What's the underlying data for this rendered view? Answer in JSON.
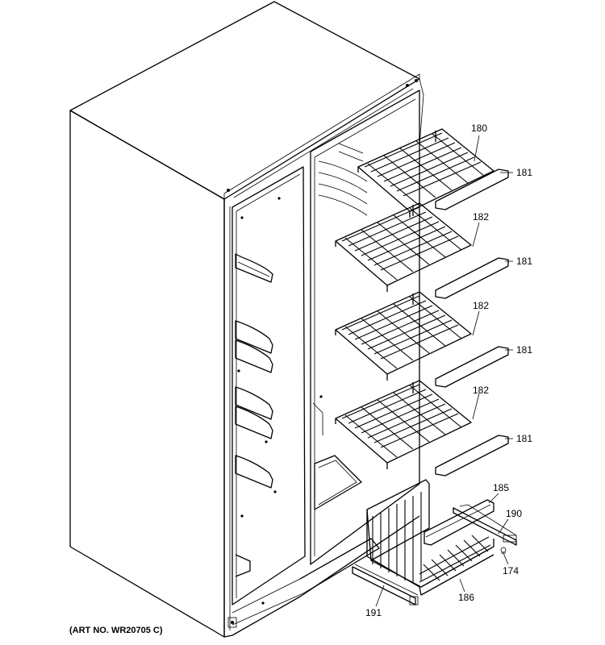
{
  "art_number": "(ART NO. WR20705 C)",
  "callouts": {
    "c180": "180",
    "c181a": "181",
    "c182a": "182",
    "c181b": "181",
    "c182b": "182",
    "c181c": "181",
    "c182c": "182",
    "c181d": "181",
    "c185": "185",
    "c190": "190",
    "c174": "174",
    "c186": "186",
    "c191": "191"
  }
}
